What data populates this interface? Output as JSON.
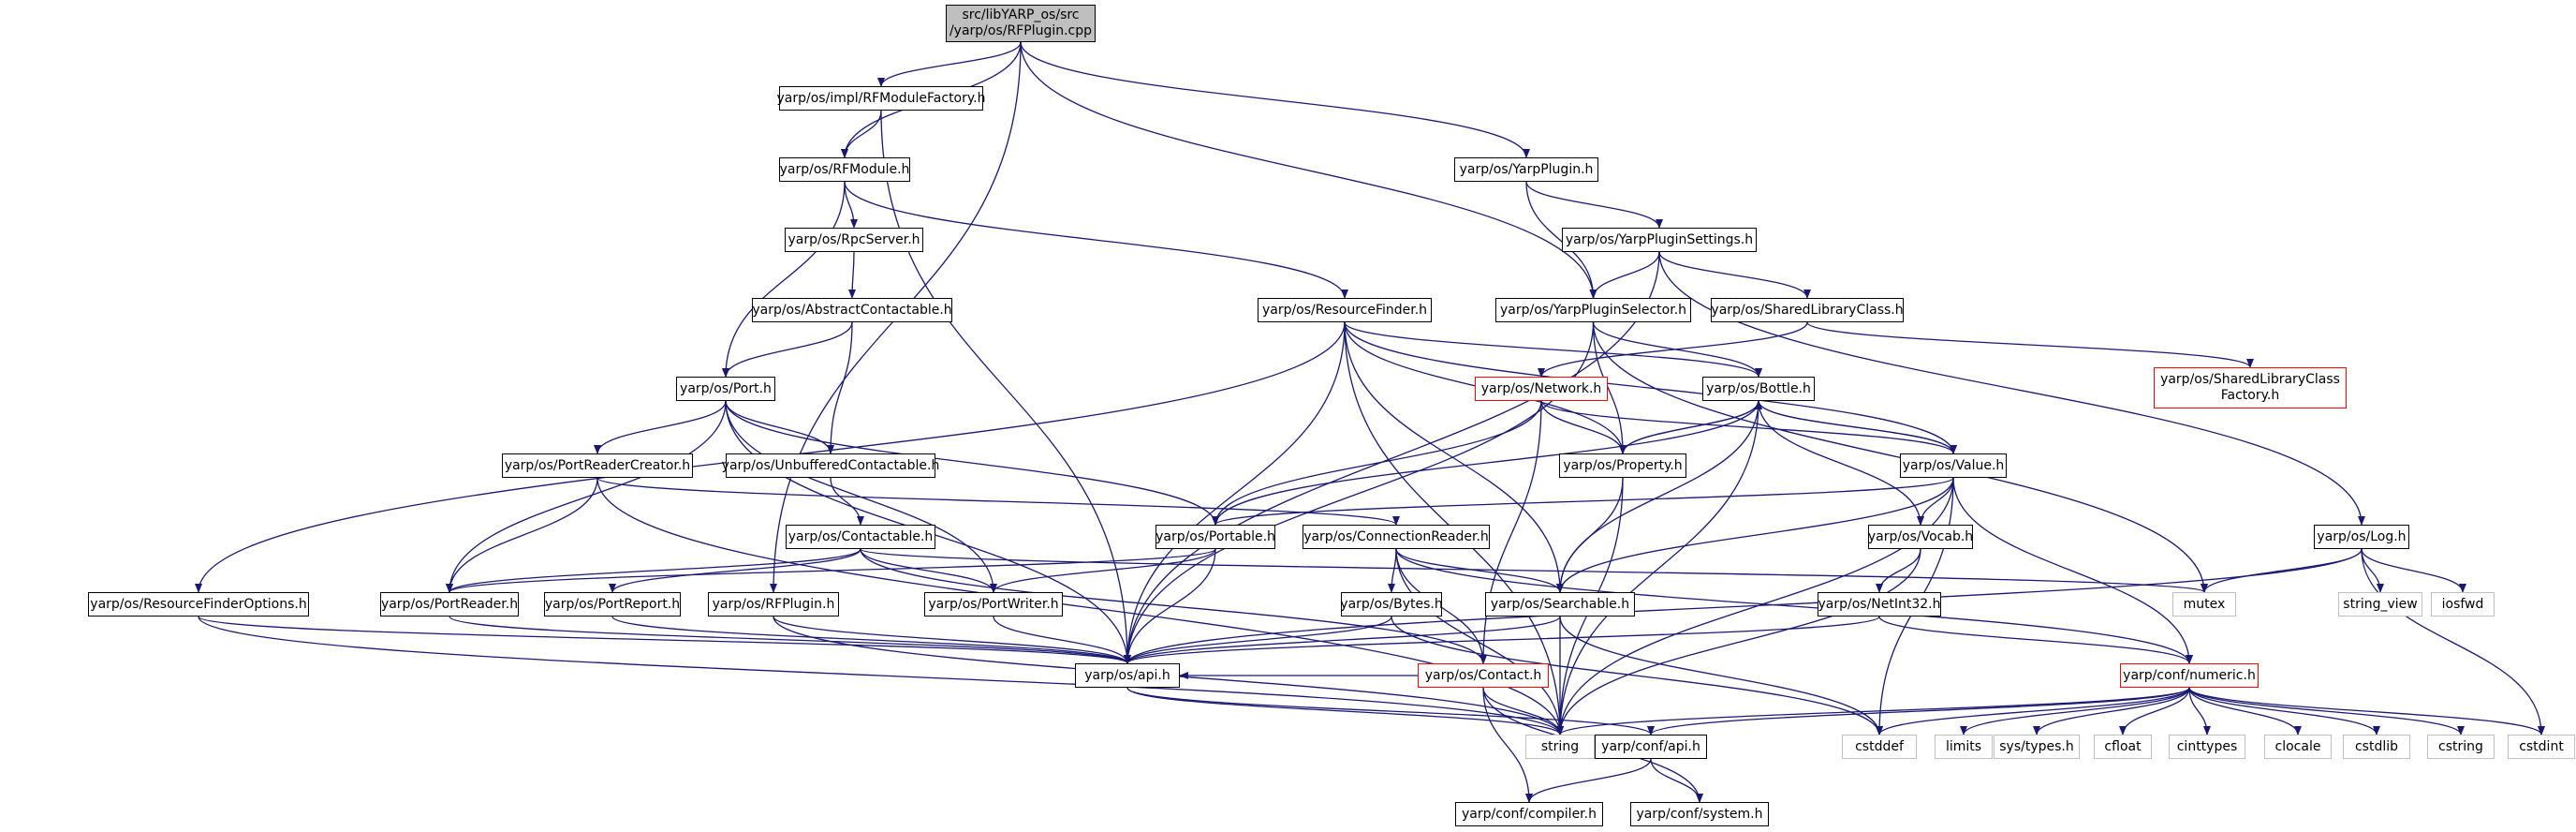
{
  "colors": {
    "edge": "#191970",
    "root_fill": "#bfbfbf",
    "node_border": "#000000",
    "red_border": "#ff0000",
    "system_border": "#bfbfbf"
  },
  "nodes": [
    {
      "id": "root",
      "label": "src/libYARP_os/src\n/yarp/os/RFPlugin.cpp",
      "style": "root"
    },
    {
      "id": "RFModuleFactory",
      "label": "yarp/os/impl/RFModuleFactory.h",
      "style": "normal"
    },
    {
      "id": "RFModule",
      "label": "yarp/os/RFModule.h",
      "style": "normal"
    },
    {
      "id": "YarpPlugin",
      "label": "yarp/os/YarpPlugin.h",
      "style": "normal"
    },
    {
      "id": "RpcServer",
      "label": "yarp/os/RpcServer.h",
      "style": "normal"
    },
    {
      "id": "YarpPluginSettings",
      "label": "yarp/os/YarpPluginSettings.h",
      "style": "normal"
    },
    {
      "id": "AbstractContactable",
      "label": "yarp/os/AbstractContactable.h",
      "style": "normal"
    },
    {
      "id": "ResourceFinder",
      "label": "yarp/os/ResourceFinder.h",
      "style": "normal"
    },
    {
      "id": "YarpPluginSelector",
      "label": "yarp/os/YarpPluginSelector.h",
      "style": "normal"
    },
    {
      "id": "SharedLibraryClass",
      "label": "yarp/os/SharedLibraryClass.h",
      "style": "normal"
    },
    {
      "id": "Port",
      "label": "yarp/os/Port.h",
      "style": "normal"
    },
    {
      "id": "Network",
      "label": "yarp/os/Network.h",
      "style": "red"
    },
    {
      "id": "Bottle",
      "label": "yarp/os/Bottle.h",
      "style": "normal"
    },
    {
      "id": "SharedLibraryClassFactory",
      "label": "yarp/os/SharedLibraryClass\nFactory.h",
      "style": "red"
    },
    {
      "id": "PortReaderCreator",
      "label": "yarp/os/PortReaderCreator.h",
      "style": "normal"
    },
    {
      "id": "UnbufferedContactable",
      "label": "yarp/os/UnbufferedContactable.h",
      "style": "normal"
    },
    {
      "id": "Property",
      "label": "yarp/os/Property.h",
      "style": "normal"
    },
    {
      "id": "Value",
      "label": "yarp/os/Value.h",
      "style": "normal"
    },
    {
      "id": "Contactable",
      "label": "yarp/os/Contactable.h",
      "style": "normal"
    },
    {
      "id": "Portable",
      "label": "yarp/os/Portable.h",
      "style": "normal"
    },
    {
      "id": "ConnectionReader",
      "label": "yarp/os/ConnectionReader.h",
      "style": "normal"
    },
    {
      "id": "Vocab",
      "label": "yarp/os/Vocab.h",
      "style": "normal"
    },
    {
      "id": "Log",
      "label": "yarp/os/Log.h",
      "style": "normal"
    },
    {
      "id": "ResourceFinderOptions",
      "label": "yarp/os/ResourceFinderOptions.h",
      "style": "normal"
    },
    {
      "id": "PortReader",
      "label": "yarp/os/PortReader.h",
      "style": "normal"
    },
    {
      "id": "PortReport",
      "label": "yarp/os/PortReport.h",
      "style": "normal"
    },
    {
      "id": "RFPlugin",
      "label": "yarp/os/RFPlugin.h",
      "style": "normal"
    },
    {
      "id": "PortWriter",
      "label": "yarp/os/PortWriter.h",
      "style": "normal"
    },
    {
      "id": "Bytes",
      "label": "yarp/os/Bytes.h",
      "style": "normal"
    },
    {
      "id": "Searchable",
      "label": "yarp/os/Searchable.h",
      "style": "normal"
    },
    {
      "id": "NetInt32",
      "label": "yarp/os/NetInt32.h",
      "style": "normal"
    },
    {
      "id": "mutex",
      "label": "mutex",
      "style": "grey"
    },
    {
      "id": "string_view",
      "label": "string_view",
      "style": "grey"
    },
    {
      "id": "iosfwd",
      "label": "iosfwd",
      "style": "grey"
    },
    {
      "id": "api",
      "label": "yarp/os/api.h",
      "style": "normal"
    },
    {
      "id": "Contact",
      "label": "yarp/os/Contact.h",
      "style": "red"
    },
    {
      "id": "numeric",
      "label": "yarp/conf/numeric.h",
      "style": "red"
    },
    {
      "id": "string",
      "label": "string",
      "style": "grey"
    },
    {
      "id": "confapi",
      "label": "yarp/conf/api.h",
      "style": "normal"
    },
    {
      "id": "cstddef",
      "label": "cstddef",
      "style": "grey"
    },
    {
      "id": "limits",
      "label": "limits",
      "style": "grey"
    },
    {
      "id": "systypes",
      "label": "sys/types.h",
      "style": "grey"
    },
    {
      "id": "cfloat",
      "label": "cfloat",
      "style": "grey"
    },
    {
      "id": "cinttypes",
      "label": "cinttypes",
      "style": "grey"
    },
    {
      "id": "clocale",
      "label": "clocale",
      "style": "grey"
    },
    {
      "id": "cstdlib",
      "label": "cstdlib",
      "style": "grey"
    },
    {
      "id": "cstring",
      "label": "cstring",
      "style": "grey"
    },
    {
      "id": "cstdint",
      "label": "cstdint",
      "style": "grey"
    },
    {
      "id": "compiler",
      "label": "yarp/conf/compiler.h",
      "style": "normal"
    },
    {
      "id": "system",
      "label": "yarp/conf/system.h",
      "style": "normal"
    }
  ],
  "edges": [
    [
      "root",
      "RFModuleFactory"
    ],
    [
      "root",
      "RFModule"
    ],
    [
      "root",
      "YarpPlugin"
    ],
    [
      "root",
      "YarpPluginSelector"
    ],
    [
      "root",
      "RFPlugin"
    ],
    [
      "RFModuleFactory",
      "RFModule"
    ],
    [
      "RFModuleFactory",
      "api"
    ],
    [
      "RFModule",
      "RpcServer"
    ],
    [
      "RFModule",
      "Port"
    ],
    [
      "RFModule",
      "ResourceFinder"
    ],
    [
      "YarpPlugin",
      "YarpPluginSettings"
    ],
    [
      "YarpPlugin",
      "YarpPluginSelector"
    ],
    [
      "RpcServer",
      "AbstractContactable"
    ],
    [
      "AbstractContactable",
      "Port"
    ],
    [
      "AbstractContactable",
      "UnbufferedContactable"
    ],
    [
      "YarpPluginSettings",
      "YarpPluginSelector"
    ],
    [
      "YarpPluginSettings",
      "SharedLibraryClass"
    ],
    [
      "YarpPluginSettings",
      "Log"
    ],
    [
      "YarpPluginSettings",
      "api"
    ],
    [
      "YarpPluginSelector",
      "Bottle"
    ],
    [
      "YarpPluginSelector",
      "Property"
    ],
    [
      "YarpPluginSelector",
      "mutex"
    ],
    [
      "YarpPluginSelector",
      "api"
    ],
    [
      "SharedLibraryClass",
      "Network"
    ],
    [
      "SharedLibraryClass",
      "SharedLibraryClassFactory"
    ],
    [
      "ResourceFinder",
      "Bottle"
    ],
    [
      "ResourceFinder",
      "Property"
    ],
    [
      "ResourceFinder",
      "Value"
    ],
    [
      "ResourceFinder",
      "Searchable"
    ],
    [
      "ResourceFinder",
      "ResourceFinderOptions"
    ],
    [
      "ResourceFinder",
      "api"
    ],
    [
      "ResourceFinder",
      "string"
    ],
    [
      "Port",
      "UnbufferedContactable"
    ],
    [
      "Port",
      "PortReaderCreator"
    ],
    [
      "Port",
      "PortReader"
    ],
    [
      "Port",
      "PortWriter"
    ],
    [
      "Port",
      "Portable"
    ],
    [
      "Port",
      "api"
    ],
    [
      "Network",
      "Property"
    ],
    [
      "Network",
      "Value"
    ],
    [
      "Network",
      "Portable"
    ],
    [
      "Network",
      "Contact"
    ],
    [
      "Bottle",
      "Property"
    ],
    [
      "Bottle",
      "Value"
    ],
    [
      "Bottle",
      "Vocab"
    ],
    [
      "Bottle",
      "Portable"
    ],
    [
      "Bottle",
      "Searchable"
    ],
    [
      "Bottle",
      "string"
    ],
    [
      "PortReaderCreator",
      "PortReader"
    ],
    [
      "PortReaderCreator",
      "ConnectionReader"
    ],
    [
      "PortReaderCreator",
      "string"
    ],
    [
      "UnbufferedContactable",
      "Contactable"
    ],
    [
      "Property",
      "Bottle"
    ],
    [
      "Property",
      "Searchable"
    ],
    [
      "Property",
      "string"
    ],
    [
      "Value",
      "Bottle"
    ],
    [
      "Value",
      "Vocab"
    ],
    [
      "Value",
      "Searchable"
    ],
    [
      "Value",
      "Portable"
    ],
    [
      "Value",
      "numeric"
    ],
    [
      "Value",
      "string"
    ],
    [
      "Value",
      "cstddef"
    ],
    [
      "Contactable",
      "PortReader"
    ],
    [
      "Contactable",
      "PortReport"
    ],
    [
      "Contactable",
      "PortWriter"
    ],
    [
      "Contactable",
      "Contact"
    ],
    [
      "Contactable",
      "mutex"
    ],
    [
      "Portable",
      "PortReader"
    ],
    [
      "Portable",
      "PortWriter"
    ],
    [
      "Portable",
      "api"
    ],
    [
      "ConnectionReader",
      "Bytes"
    ],
    [
      "ConnectionReader",
      "Searchable"
    ],
    [
      "ConnectionReader",
      "Contact"
    ],
    [
      "ConnectionReader",
      "numeric"
    ],
    [
      "ConnectionReader",
      "string"
    ],
    [
      "Vocab",
      "NetInt32"
    ],
    [
      "Vocab",
      "string"
    ],
    [
      "Log",
      "mutex"
    ],
    [
      "Log",
      "string_view"
    ],
    [
      "Log",
      "iosfwd"
    ],
    [
      "Log",
      "cstdint"
    ],
    [
      "Log",
      "api"
    ],
    [
      "ResourceFinderOptions",
      "api"
    ],
    [
      "ResourceFinderOptions",
      "string"
    ],
    [
      "PortReader",
      "api"
    ],
    [
      "PortReport",
      "api"
    ],
    [
      "RFPlugin",
      "api"
    ],
    [
      "RFPlugin",
      "string"
    ],
    [
      "PortWriter",
      "api"
    ],
    [
      "Bytes",
      "api"
    ],
    [
      "Bytes",
      "cstddef"
    ],
    [
      "Searchable",
      "api"
    ],
    [
      "Searchable",
      "string"
    ],
    [
      "Searchable",
      "cstddef"
    ],
    [
      "NetInt32",
      "api"
    ],
    [
      "NetInt32",
      "numeric"
    ],
    [
      "api",
      "confapi"
    ],
    [
      "api",
      "string"
    ],
    [
      "Contact",
      "api"
    ],
    [
      "Contact",
      "string"
    ],
    [
      "Contact",
      "compiler"
    ],
    [
      "Contact",
      "system"
    ],
    [
      "numeric",
      "confapi"
    ],
    [
      "numeric",
      "string"
    ],
    [
      "numeric",
      "cstddef"
    ],
    [
      "numeric",
      "limits"
    ],
    [
      "numeric",
      "systypes"
    ],
    [
      "numeric",
      "cfloat"
    ],
    [
      "numeric",
      "cinttypes"
    ],
    [
      "numeric",
      "clocale"
    ],
    [
      "numeric",
      "cstdlib"
    ],
    [
      "numeric",
      "cstring"
    ],
    [
      "numeric",
      "cstdint"
    ],
    [
      "confapi",
      "compiler"
    ],
    [
      "confapi",
      "system"
    ]
  ]
}
